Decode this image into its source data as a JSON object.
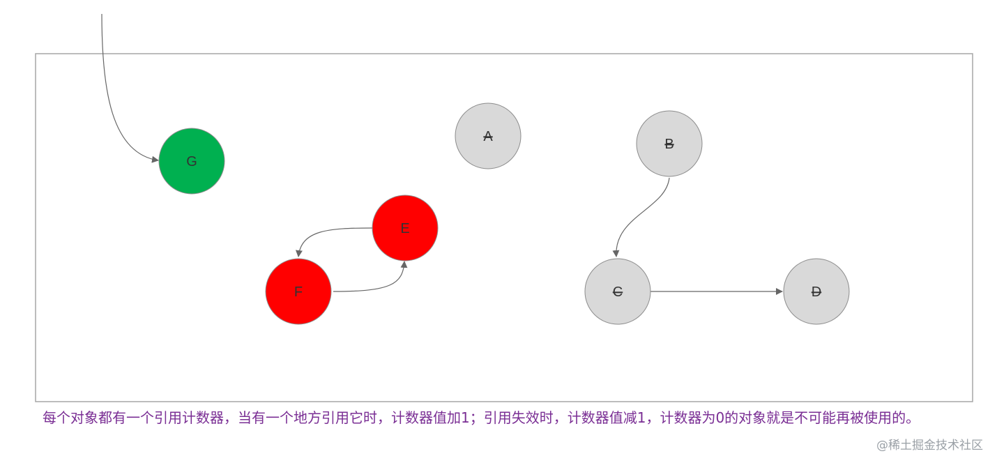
{
  "nodes": {
    "a": {
      "label": "A",
      "color": "#d9d9d9",
      "struck": true
    },
    "b": {
      "label": "B",
      "color": "#d9d9d9",
      "struck": true
    },
    "c": {
      "label": "C",
      "color": "#d9d9d9",
      "struck": true
    },
    "d": {
      "label": "D",
      "color": "#d9d9d9",
      "struck": true
    },
    "e": {
      "label": "E",
      "color": "#ff0000",
      "struck": false
    },
    "f": {
      "label": "F",
      "color": "#ff0000",
      "struck": false
    },
    "g": {
      "label": "G",
      "color": "#00b050",
      "struck": false
    }
  },
  "edges": [
    {
      "from": "root",
      "to": "g"
    },
    {
      "from": "e",
      "to": "f"
    },
    {
      "from": "f",
      "to": "e"
    },
    {
      "from": "b",
      "to": "c"
    },
    {
      "from": "c",
      "to": "d"
    }
  ],
  "caption": "每个对象都有一个引用计数器，当有一个地方引用它时，计数器值加1；引用失效时，计数器值减1，计数器为0的对象就是不可能再被使用的。",
  "watermark": "@稀土掘金技术社区"
}
